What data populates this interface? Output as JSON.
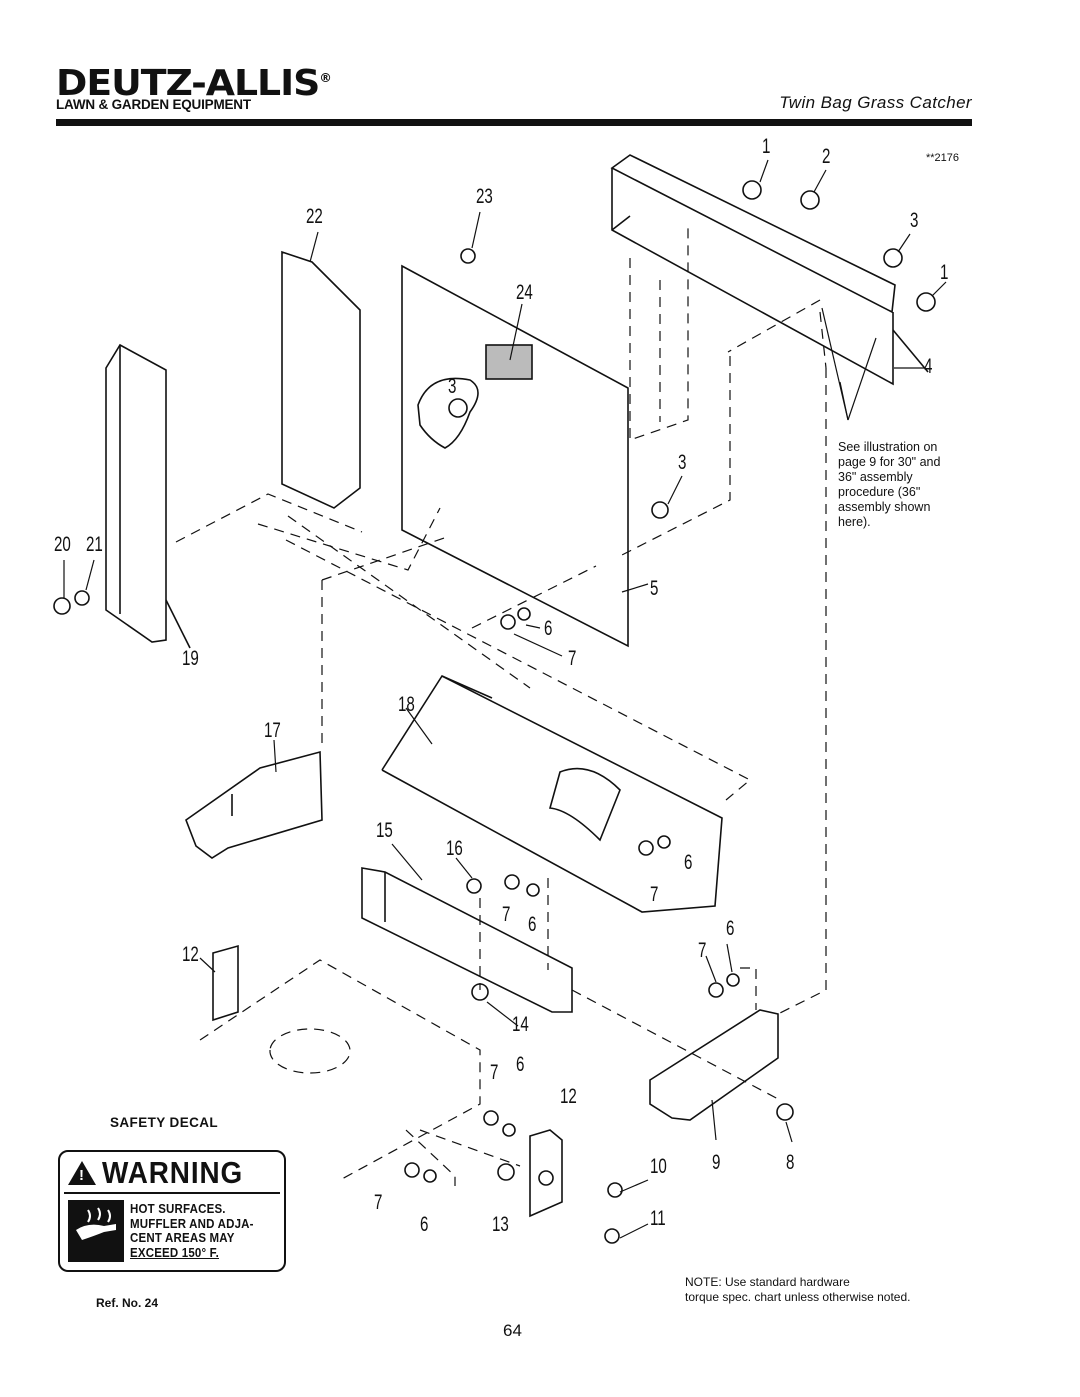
{
  "header": {
    "brand": "DEUTZ-ALLIS",
    "brand_mark": "®",
    "brand_sub": "LAWN & GARDEN EQUIPMENT",
    "title": "Twin Bag Grass Catcher",
    "figure_number": "**2176"
  },
  "callouts": [
    "1",
    "2",
    "23",
    "22",
    "3",
    "1",
    "24",
    "4",
    "3",
    "3",
    "20",
    "21",
    "5",
    "6",
    "7",
    "19",
    "18",
    "17",
    "15",
    "16",
    "6",
    "7",
    "6",
    "7",
    "12",
    "7",
    "6",
    "14",
    "7",
    "6",
    "12",
    "10",
    "9",
    "8",
    "7",
    "6",
    "13",
    "11"
  ],
  "see_note": [
    "See illustration on",
    "page 9 for 30\" and",
    "36\" assembly",
    "procedure (36\"",
    "assembly shown",
    "here)."
  ],
  "safety_decal": {
    "label": "SAFETY DECAL",
    "warning": "WARNING",
    "lines": [
      "HOT SURFACES.",
      "MUFFLER AND ADJA-",
      "CENT AREAS MAY",
      "EXCEED 150° F."
    ],
    "ref": "Ref. No. 24"
  },
  "note": [
    "NOTE: Use standard hardware",
    "torque spec. chart unless otherwise noted."
  ],
  "page_number": "64",
  "icons": [
    "warning-triangle-icon",
    "hot-hand-icon"
  ]
}
